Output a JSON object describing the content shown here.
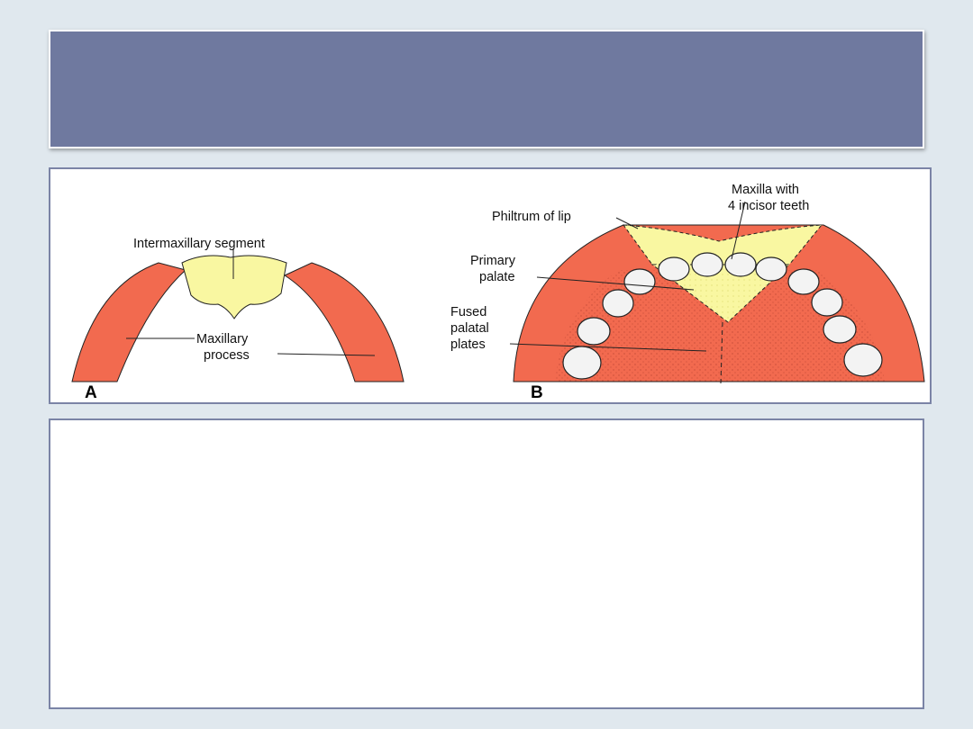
{
  "figure": {
    "panel_a": {
      "letter": "A",
      "intermaxillary_label": "Intermaxillary segment",
      "maxillary_label_line1": "Maxillary",
      "maxillary_label_line2": "process"
    },
    "panel_b": {
      "letter": "B",
      "maxilla_line1": "Maxilla with",
      "maxilla_line2": "4 incisor teeth",
      "philtrum_label": "Philtrum of lip",
      "primary_line1": "Primary",
      "primary_line2": "palate",
      "fused_line1": "Fused",
      "fused_line2": "palatal",
      "fused_line3": "plates"
    },
    "colors": {
      "maxillary": "#f26a4f",
      "intermaxillary": "#f9f7a1",
      "tooth": "#f3f3f3"
    }
  }
}
